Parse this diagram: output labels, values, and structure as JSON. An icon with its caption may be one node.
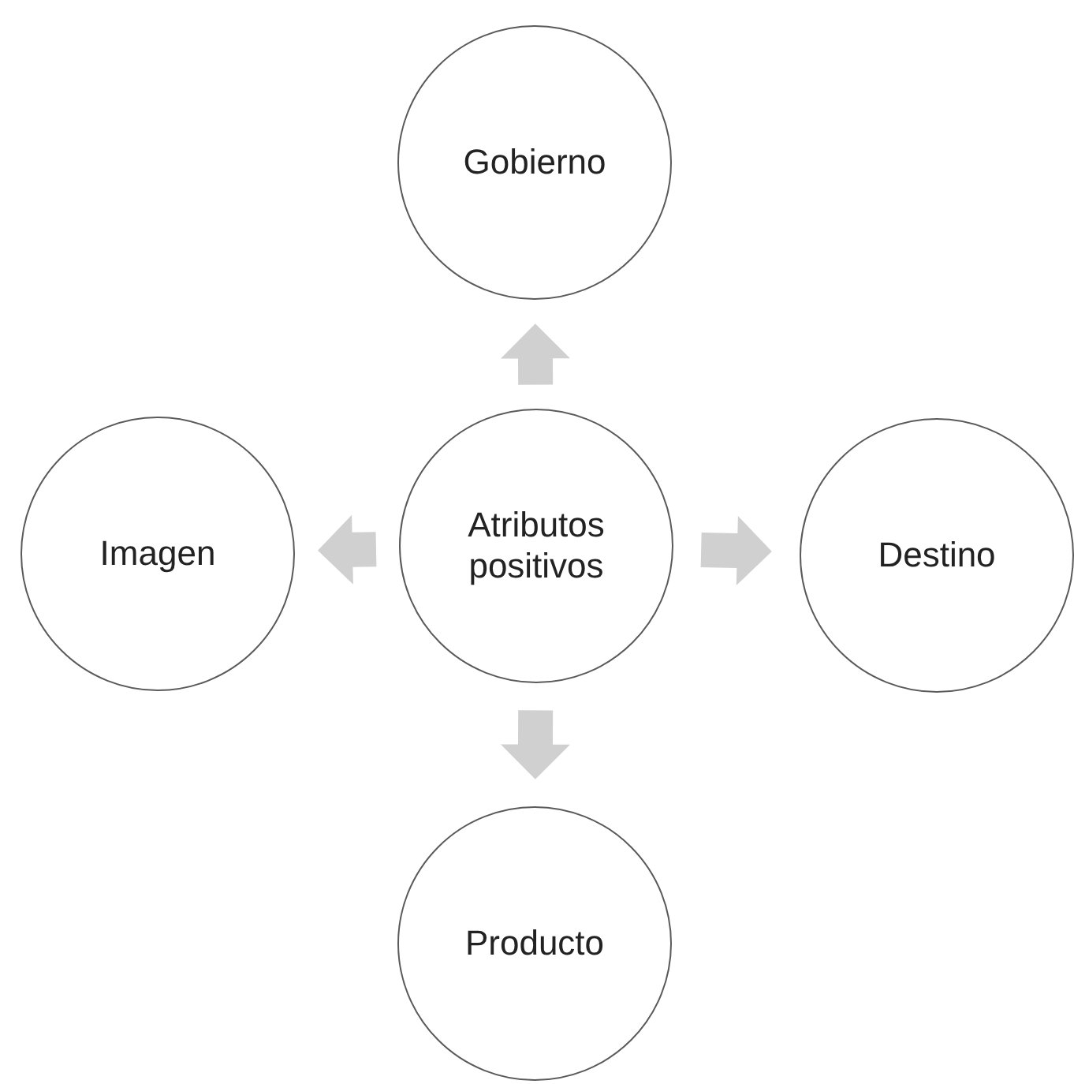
{
  "diagram": {
    "nodes": [
      {
        "text": [
          "Atributos positivos"
        ]
      },
      {
        "text": [
          "Gobierno"
        ]
      },
      {
        "text": [
          "Imagen"
        ]
      },
      {
        "text": [
          "Destino"
        ]
      },
      {
        "text": [
          "Producto"
        ]
      }
    ],
    "edges": [
      {
        "from": 0,
        "to": 1,
        "arrow": "to",
        "style": "thick"
      },
      {
        "from": 0,
        "to": 2,
        "arrow": "to",
        "style": "thick"
      },
      {
        "from": 0,
        "to": 3,
        "arrow": "to",
        "style": "thick"
      },
      {
        "from": 0,
        "to": 4,
        "arrow": "to",
        "style": "thick"
      }
    ]
  }
}
